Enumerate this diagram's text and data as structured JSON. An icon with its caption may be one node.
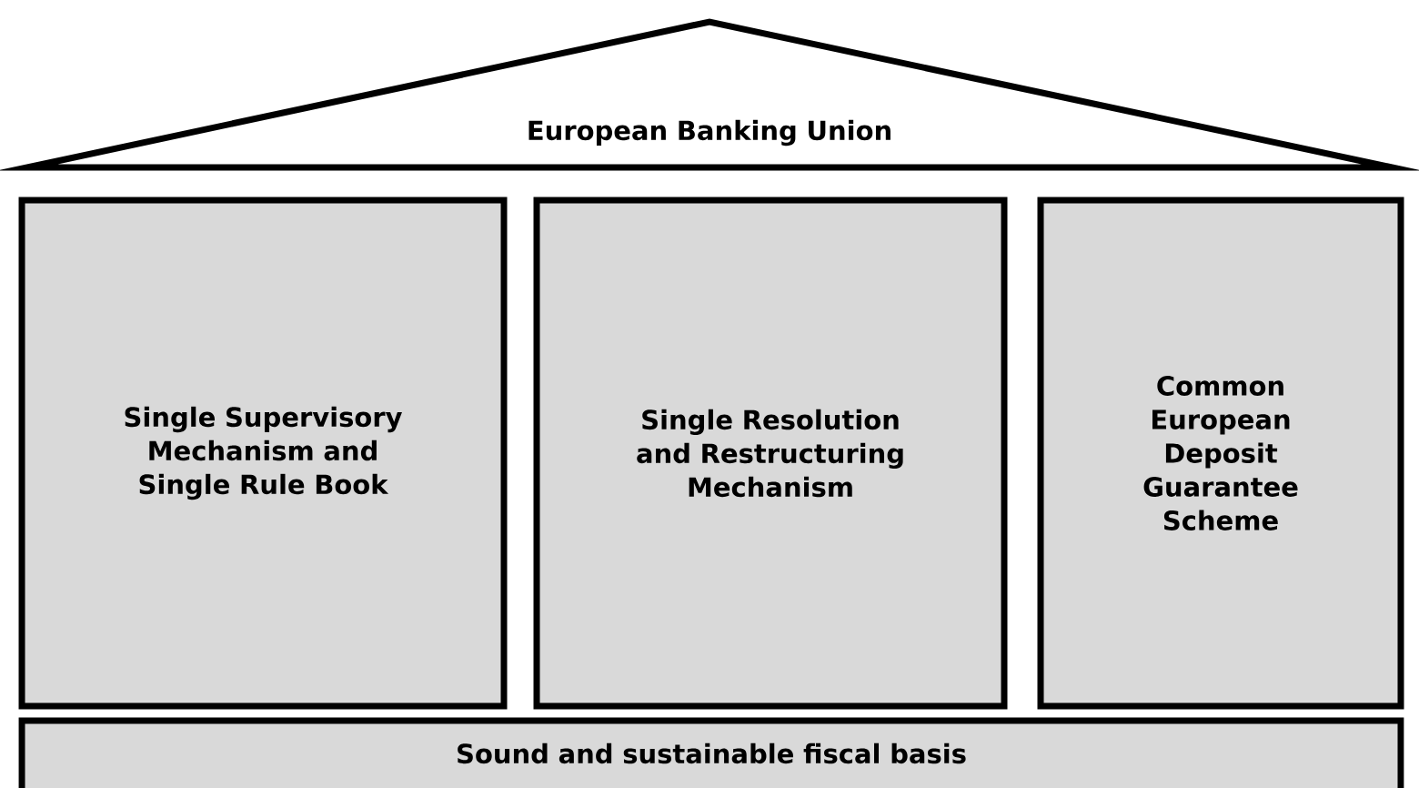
{
  "diagram": {
    "nodes": [
      {
        "text": [
          "European Banking Union"
        ]
      },
      {
        "text": [
          "Single Supervisory Mechanism and Single Rule Book"
        ]
      },
      {
        "text": [
          "Single Resolution and Restructuring Mechanism"
        ]
      },
      {
        "text": [
          "Common European Deposit Guarantee Scheme"
        ]
      },
      {
        "text": [
          "Sound and sustainable fiscal basis"
        ]
      }
    ]
  }
}
